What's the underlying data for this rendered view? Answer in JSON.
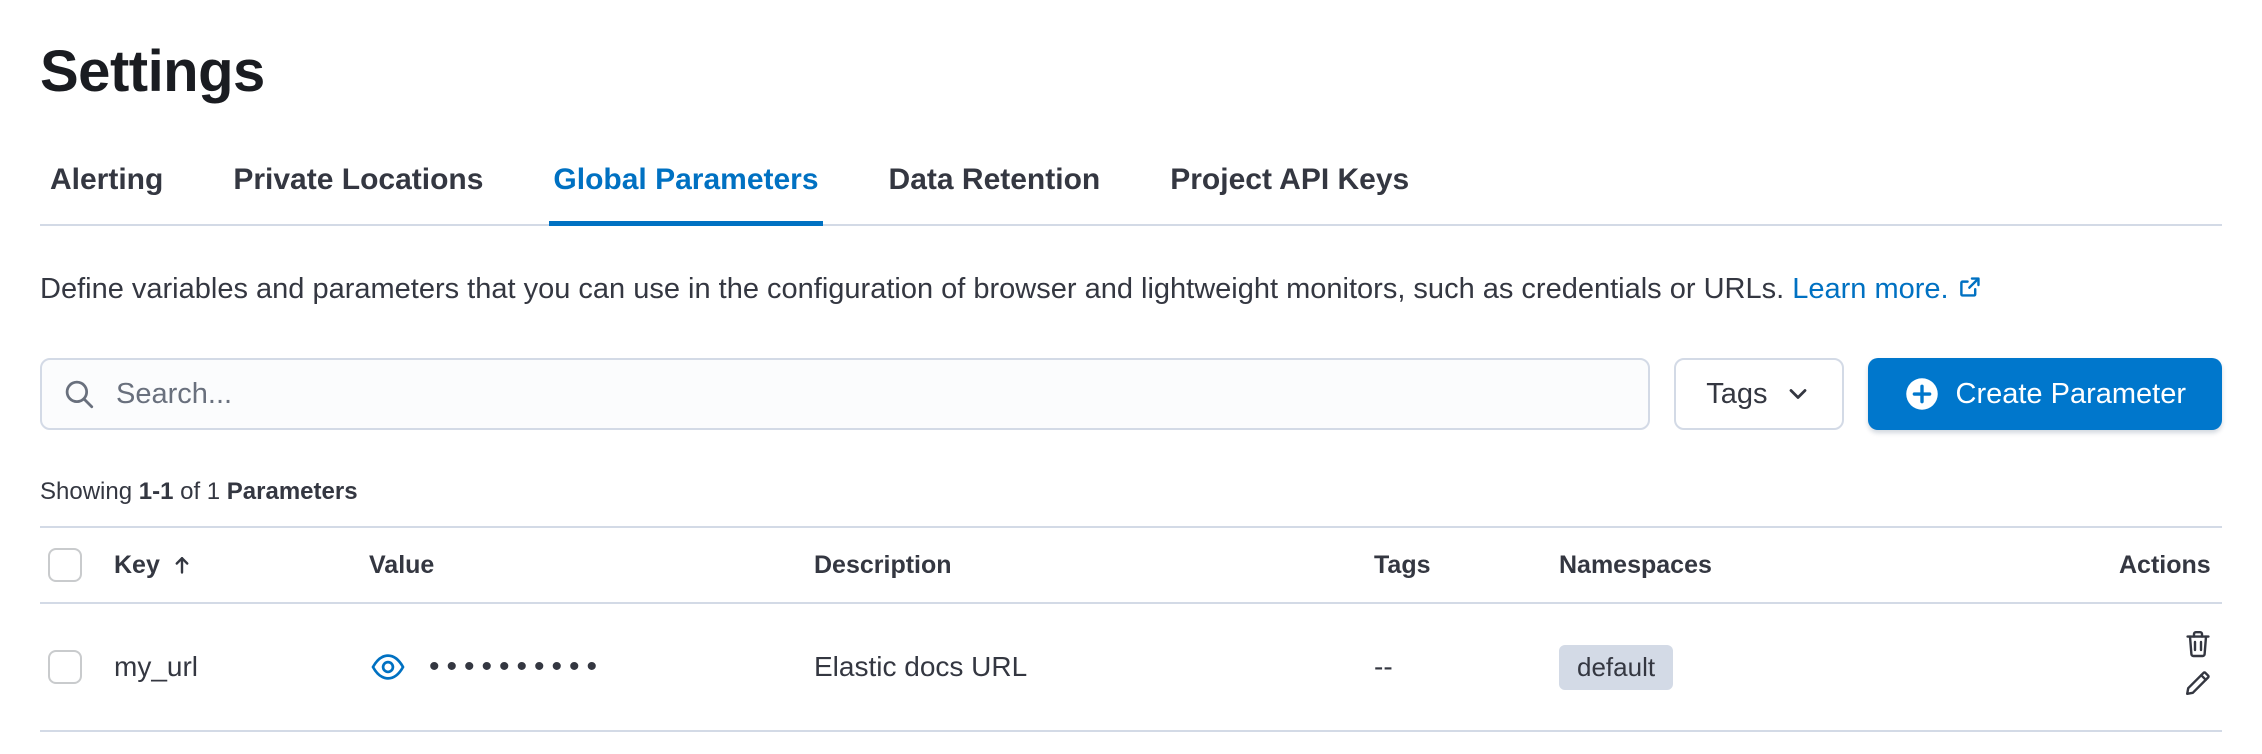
{
  "page": {
    "title": "Settings"
  },
  "tabs": [
    {
      "label": "Alerting"
    },
    {
      "label": "Private Locations"
    },
    {
      "label": "Global Parameters"
    },
    {
      "label": "Data Retention"
    },
    {
      "label": "Project API Keys"
    }
  ],
  "intro": {
    "text": "Define variables and parameters that you can use in the configuration of browser and lightweight monitors, such as credentials or URLs.",
    "link_label": "Learn more."
  },
  "toolbar": {
    "search_placeholder": "Search...",
    "tags_label": "Tags",
    "create_label": "Create Parameter"
  },
  "summary": {
    "showing": "Showing",
    "range": "1-1",
    "of": "of 1",
    "entity": "Parameters"
  },
  "table": {
    "headers": {
      "key": "Key",
      "value": "Value",
      "description": "Description",
      "tags": "Tags",
      "namespaces": "Namespaces",
      "actions": "Actions"
    },
    "rows": [
      {
        "key": "my_url",
        "masked_value": "••••••••••",
        "description": "Elastic docs URL",
        "tags": "--",
        "namespace": "default"
      }
    ]
  },
  "colors": {
    "primary": "#0077cc",
    "link": "#0071c2",
    "border": "#d3dae6",
    "badge_bg": "#d3dae6",
    "text": "#343741"
  }
}
